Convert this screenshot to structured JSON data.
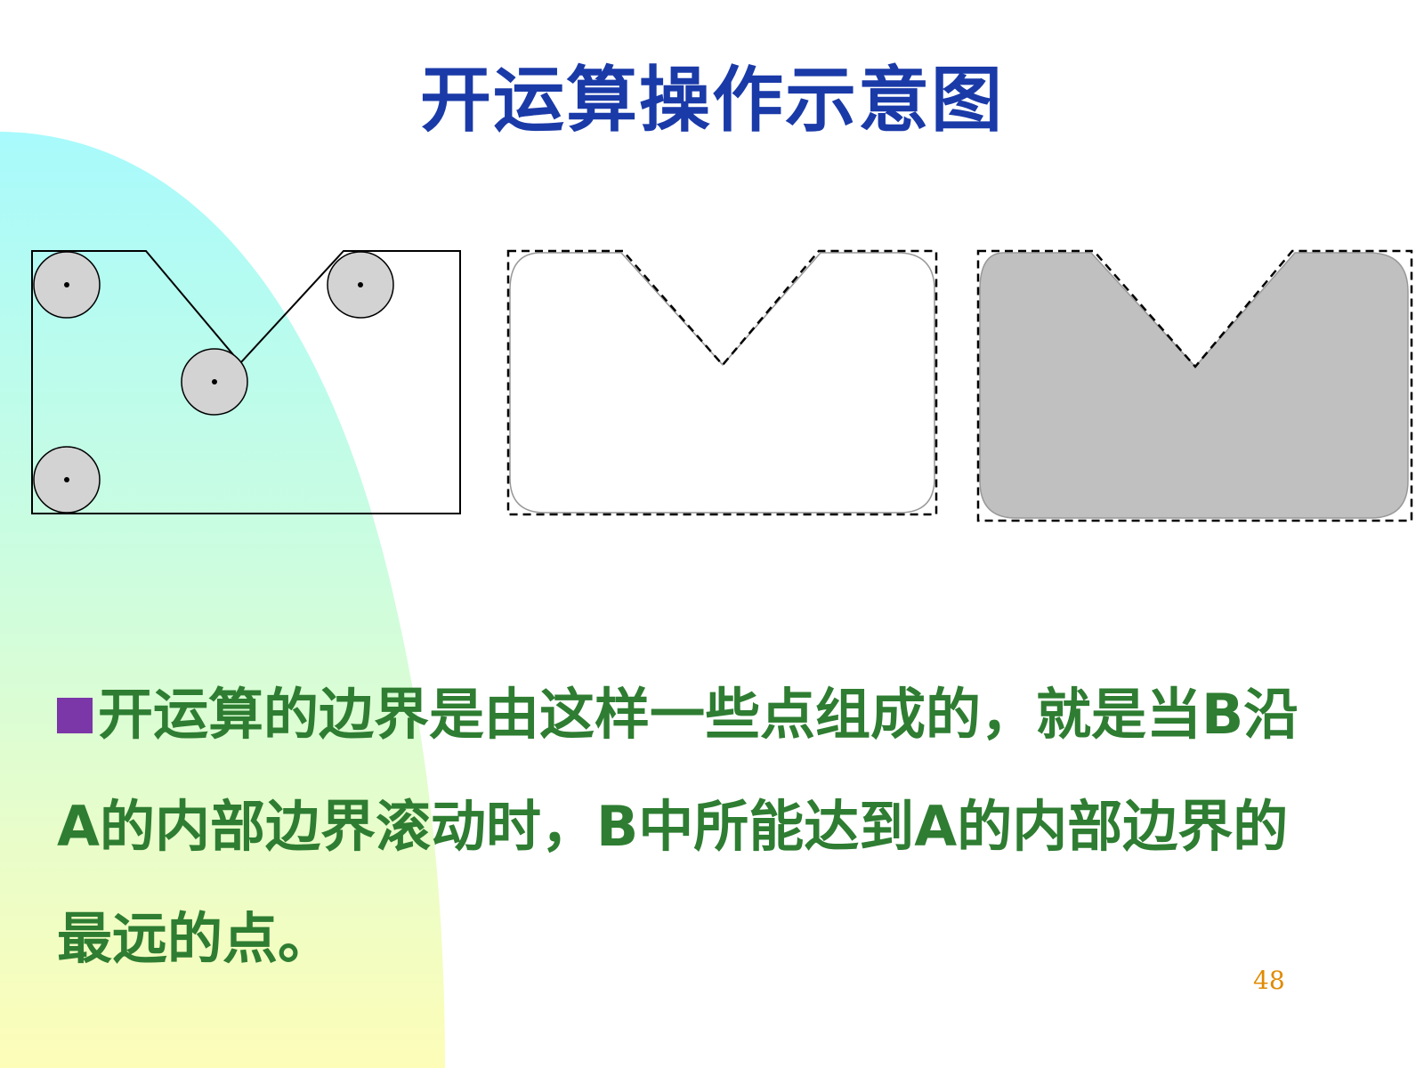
{
  "slide": {
    "title": "开运算操作示意图",
    "body_text": "开运算的边界是由这样一些点组成的，就是当B沿A的内部边界滚动时，B中所能达到A的内部边界的最远的点。",
    "page_number": "48"
  },
  "colors": {
    "title": "#1a3aa8",
    "body_text": "#2e7d32",
    "bullet": "#7b36a8",
    "page_number": "#e08a00",
    "structuring_element_fill": "#d3d3d3",
    "result_fill": "#c0c0c0"
  },
  "icons": {
    "bullet": "square-bullet"
  }
}
